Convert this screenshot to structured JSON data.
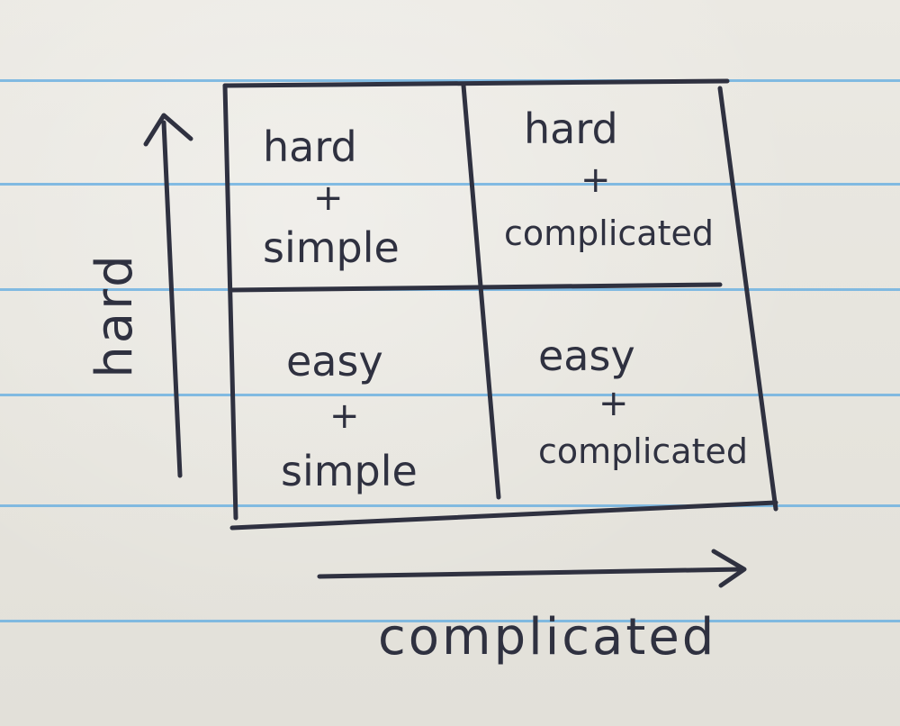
{
  "quadrants": {
    "top_left": {
      "line1": "hard",
      "plus": "+",
      "line2": "simple"
    },
    "top_right": {
      "line1": "hard",
      "plus": "+",
      "line2": "complicated"
    },
    "bottom_left": {
      "line1": "easy",
      "plus": "+",
      "line2": "simple"
    },
    "bottom_right": {
      "line1": "easy",
      "plus": "+",
      "line2": "complicated"
    }
  },
  "axes": {
    "y_label": "hard",
    "x_label": "complicated"
  },
  "colors": {
    "ink": "#2f3140",
    "paper": "#e9e7e1",
    "rule": "#6fb1e0"
  }
}
